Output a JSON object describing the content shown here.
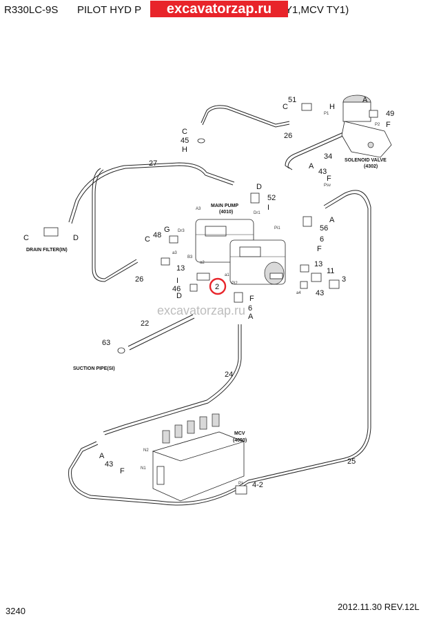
{
  "header": {
    "model": "R330LC-9S",
    "title_left": "PILOT HYD P",
    "title_right": "Y1,MCV TY1)",
    "watermark_banner": "excavatorzap.ru"
  },
  "watermark_center": "excavatorzap.ru",
  "footer": {
    "page": "3240",
    "date_rev": "2012.11.30  REV.12L"
  },
  "assemblies": {
    "main_pump": {
      "name": "MAIN PUMP",
      "code": "(4010)"
    },
    "solenoid_valve": {
      "name": "SOLENOID VALVE",
      "code": "(4302)"
    },
    "mcv": {
      "name": "MCV",
      "code": "(4050)"
    },
    "drain_filter": "DRAIN FILTER(IN)",
    "suction_pipe": "SUCTION PIPE(SI)"
  },
  "callouts": {
    "p51": "51",
    "pC1": "C",
    "pH1": "H",
    "p49": "49",
    "pA1": "A",
    "pF1": "F",
    "p26a": "26",
    "pC2": "C",
    "p45": "45",
    "pH2": "H",
    "p34": "34",
    "pA2": "A",
    "p43a": "43",
    "pF2": "F",
    "p27": "27",
    "pD1": "D",
    "p52": "52",
    "pI1": "I",
    "pC3": "C",
    "pD2": "D",
    "pA3": "A",
    "p56": "56",
    "p6a": "6",
    "pF3": "F",
    "pG": "G",
    "p48": "48",
    "pC4": "C",
    "p13a": "13",
    "p26b": "26",
    "pI2": "I",
    "p46": "46",
    "pD3": "D",
    "p2": "2",
    "p13b": "13",
    "p11": "11",
    "p3": "3",
    "p43b": "43",
    "pF4": "F",
    "p6b": "6",
    "pA4": "A",
    "p22": "22",
    "p63": "63",
    "p24": "24",
    "pA5": "A",
    "p43c": "43",
    "pF5": "F",
    "p4_2": "4-2",
    "p25": "25"
  },
  "ports": {
    "A3": "A3",
    "Dr3": "Dr3",
    "B3": "B3",
    "a2": "a2",
    "a3": "a3",
    "a1": "a1",
    "Pi2": "Pi2",
    "Pi1": "Pi1",
    "Dr1": "Dr1",
    "a4": "a4",
    "P1": "P1",
    "P2": "P2",
    "Psv": "Psv",
    "N2": "N2",
    "N1": "N1",
    "Pz": "Pz"
  }
}
